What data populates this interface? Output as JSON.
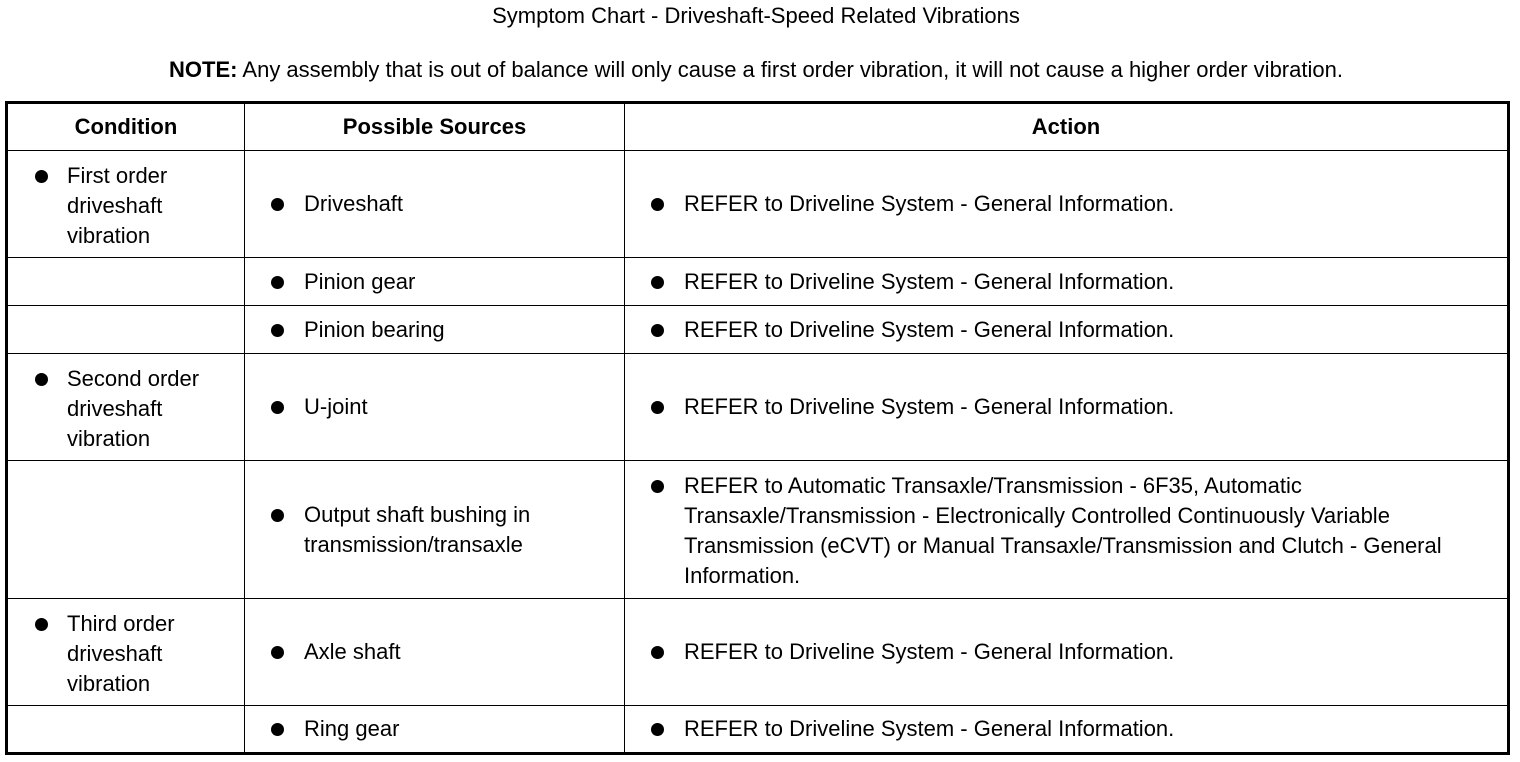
{
  "title": "Symptom Chart - Driveshaft-Speed Related Vibrations",
  "note": {
    "label": "NOTE:",
    "text": "Any assembly that is out of balance will only cause a first order vibration, it will not cause a higher order vibration."
  },
  "table": {
    "headers": [
      "Condition",
      "Possible Sources",
      "Action"
    ],
    "rows": [
      {
        "condition": "First order driveshaft vibration",
        "source": "Driveshaft",
        "action": "REFER to Driveline System - General Information."
      },
      {
        "condition": "",
        "source": "Pinion gear",
        "action": "REFER to Driveline System - General Information."
      },
      {
        "condition": "",
        "source": "Pinion bearing",
        "action": "REFER to Driveline System - General Information."
      },
      {
        "condition": "Second order driveshaft vibration",
        "source": "U-joint",
        "action": "REFER to Driveline System - General Information."
      },
      {
        "condition": "",
        "source": "Output shaft bushing in transmission/transaxle",
        "action": "REFER to Automatic Transaxle/Transmission - 6F35, Automatic Transaxle/Transmission - Electronically Controlled Continuously Variable Transmission (eCVT) or Manual Transaxle/Transmission and Clutch - General Information."
      },
      {
        "condition": "Third order driveshaft vibration",
        "source": "Axle shaft",
        "action": "REFER to Driveline System - General Information."
      },
      {
        "condition": "",
        "source": "Ring gear",
        "action": "REFER to Driveline System - General Information."
      }
    ]
  }
}
